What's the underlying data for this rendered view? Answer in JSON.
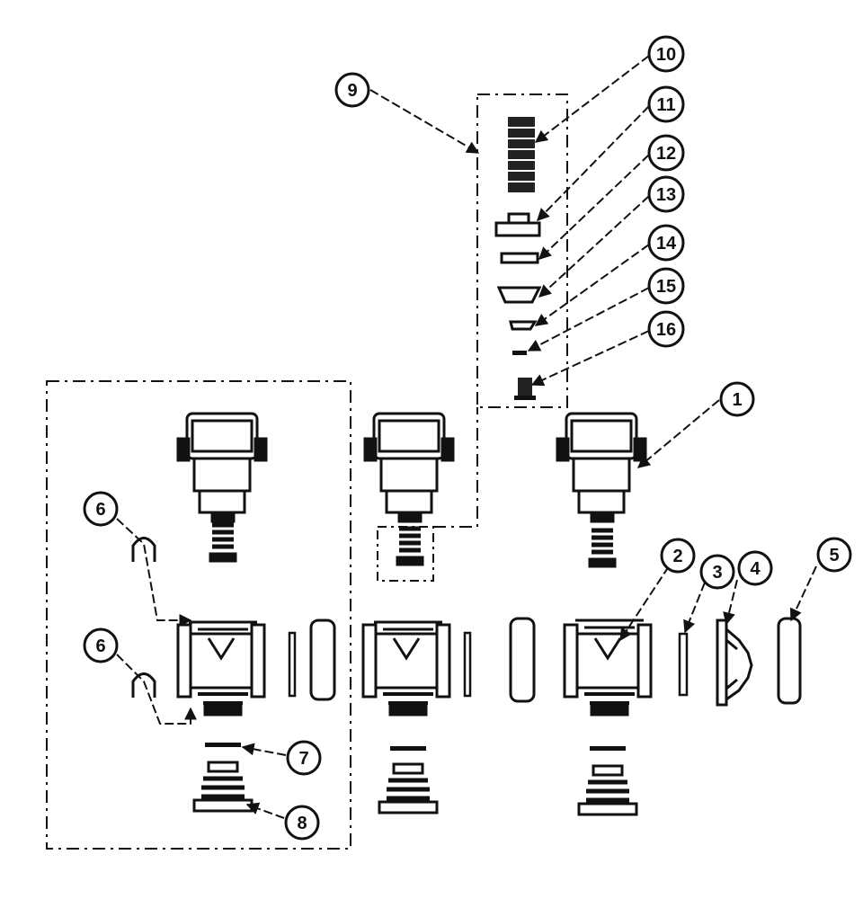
{
  "callouts": [
    {
      "id": "1",
      "label": "1"
    },
    {
      "id": "2",
      "label": "2"
    },
    {
      "id": "3",
      "label": "3"
    },
    {
      "id": "4",
      "label": "4"
    },
    {
      "id": "5",
      "label": "5"
    },
    {
      "id": "6a",
      "label": "6"
    },
    {
      "id": "6b",
      "label": "6"
    },
    {
      "id": "7",
      "label": "7"
    },
    {
      "id": "8",
      "label": "8"
    },
    {
      "id": "9",
      "label": "9"
    },
    {
      "id": "10",
      "label": "10"
    },
    {
      "id": "11",
      "label": "11"
    },
    {
      "id": "12",
      "label": "12"
    },
    {
      "id": "13",
      "label": "13"
    },
    {
      "id": "14",
      "label": "14"
    },
    {
      "id": "15",
      "label": "15"
    },
    {
      "id": "16",
      "label": "16"
    }
  ],
  "colors": {
    "ink": "#111111",
    "paper": "#ffffff"
  }
}
